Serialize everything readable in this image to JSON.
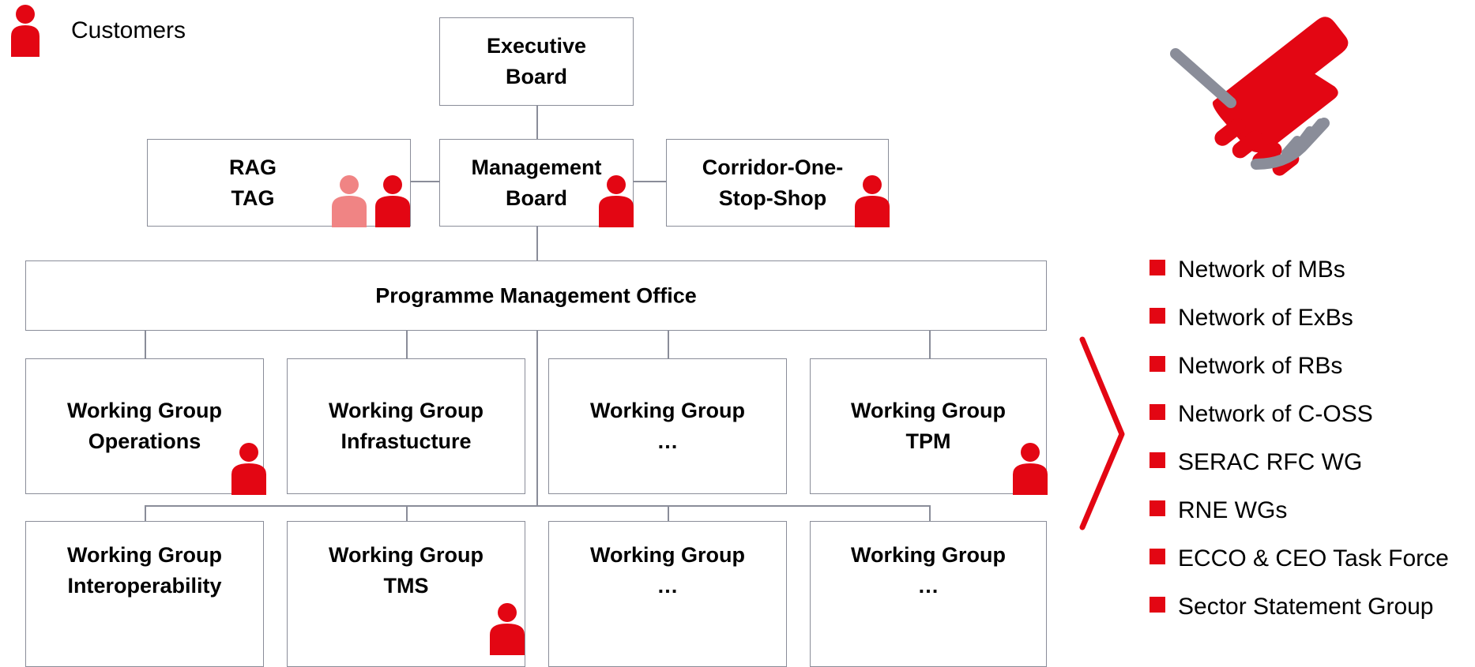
{
  "legend": {
    "label": "Customers",
    "icon": "person-icon",
    "color": "#e30613"
  },
  "colors": {
    "accent": "#e30613",
    "accent_light": "#f08484",
    "line": "#8a8d99"
  },
  "org_chart": {
    "executive_board": {
      "line1": "Executive",
      "line2": "Board"
    },
    "rag_tag": {
      "line1": "RAG",
      "line2": "TAG"
    },
    "management_board": {
      "line1": "Management",
      "line2": "Board"
    },
    "coss": {
      "line1": "Corridor-One-",
      "line2": "Stop-Shop"
    },
    "pmo": {
      "label": "Programme Management Office"
    },
    "wg_operations": {
      "line1": "Working Group",
      "line2": "Operations"
    },
    "wg_infrastucture": {
      "line1": "Working Group",
      "line2": "Infrastucture"
    },
    "wg_row1_other": {
      "line1": "Working Group",
      "line2": "…"
    },
    "wg_tpm": {
      "line1": "Working Group",
      "line2": "TPM"
    },
    "wg_interoperability": {
      "line1": "Working Group",
      "line2": "Interoperability"
    },
    "wg_tms": {
      "line1": "Working Group",
      "line2": "TMS"
    },
    "wg_row2_other_a": {
      "line1": "Working Group",
      "line2": "…"
    },
    "wg_row2_other_b": {
      "line1": "Working Group",
      "line2": "…"
    }
  },
  "handshake_icon": "handshake-icon",
  "networks": {
    "items": [
      "Network of MBs",
      "Network of ExBs",
      "Network of RBs",
      "Network of C-OSS",
      "SERAC RFC WG",
      "RNE WGs",
      "ECCO & CEO Task Force",
      "Sector Statement Group"
    ]
  }
}
